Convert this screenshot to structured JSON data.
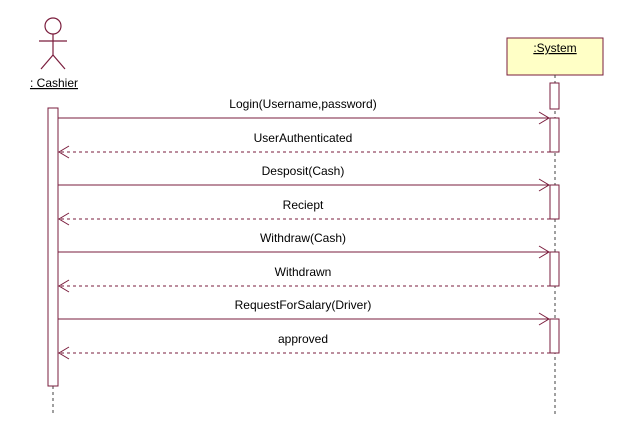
{
  "colors": {
    "line": "#7a1c3c",
    "object_fill": "#ffffc6",
    "activation_fill": "#ffffff",
    "lifeline": "#404040",
    "text": "#000000"
  },
  "participants": {
    "actor": {
      "label": ": Cashier",
      "icon": "stick-figure-icon"
    },
    "object": {
      "label": ":System"
    }
  },
  "messages": [
    {
      "label": "Login(Username,password)",
      "kind": "call"
    },
    {
      "label": "UserAuthenticated",
      "kind": "return"
    },
    {
      "label": "Desposit(Cash)",
      "kind": "call"
    },
    {
      "label": "Reciept",
      "kind": "return"
    },
    {
      "label": "Withdraw(Cash)",
      "kind": "call"
    },
    {
      "label": "Withdrawn",
      "kind": "return"
    },
    {
      "label": "RequestForSalary(Driver)",
      "kind": "call"
    },
    {
      "label": "approved",
      "kind": "return"
    }
  ]
}
